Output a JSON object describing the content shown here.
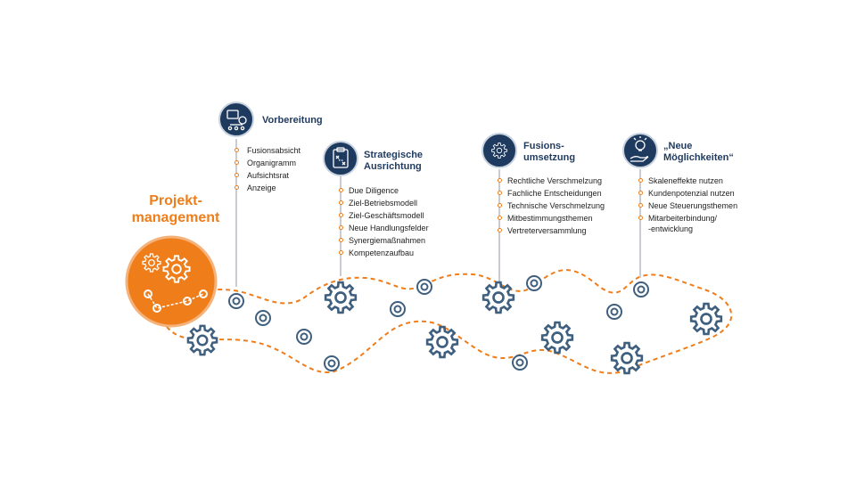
{
  "project_management": {
    "line1": "Projekt-",
    "line2": "management"
  },
  "stages": [
    {
      "title_lines": [
        "Vorbereitung"
      ],
      "icon": "network-settings-icon",
      "items": [
        "Fusionsabsicht",
        "Organigramm",
        "Aufsichtsrat",
        "Anzeige"
      ]
    },
    {
      "title_lines": [
        "Strategische",
        "Ausrichtung"
      ],
      "icon": "strategy-clipboard-icon",
      "items": [
        "Due Diligence",
        "Ziel-Betriebsmodell",
        "Ziel-Geschäftsmodell",
        "Neue Handlungsfelder",
        "Synergiemaßnahmen",
        "Kompetenzaufbau"
      ]
    },
    {
      "title_lines": [
        "Fusions-",
        "umsetzung"
      ],
      "icon": "gear-icon",
      "items": [
        "Rechtliche Verschmelzung",
        "Fachliche Entscheidungen",
        "Technische Verschmelzung",
        "Mitbestimmungsthemen",
        "Vertreterversammlung"
      ]
    },
    {
      "title_lines": [
        "„Neue",
        "Möglichkeiten“"
      ],
      "icon": "lightbulb-hand-icon",
      "items": [
        "Skaleneffekte nutzen",
        "Kundenpotenzial nutzen",
        "Neue Steuerungsthemen",
        "Mitarbeiterbindung/",
        "-entwicklung"
      ]
    }
  ],
  "colors": {
    "navy": "#1f3a5f",
    "orange": "#ef7d1a",
    "gear_blue": "#3f5f7f",
    "stem_gray": "#c9ccd1"
  }
}
